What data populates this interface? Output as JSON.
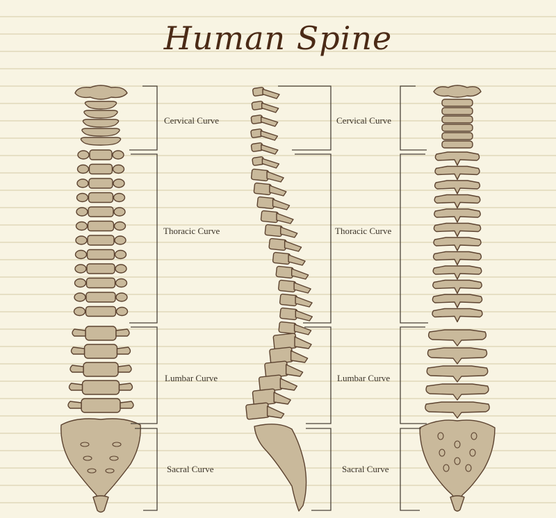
{
  "title": "Human Spine",
  "labels": {
    "front": {
      "cervical": "Cervical Curve",
      "thoracic": "Thoracic Curve",
      "lumbar": "Lumbar Curve",
      "sacral": "Sacral Curve"
    },
    "side": {
      "cervical": "Cervical Curve",
      "thoracic": "Thoracic Curve",
      "lumbar": "Lumbar Curve",
      "sacral": "Sacral Curve"
    },
    "back": {
      "cervical": "Cervical Curve",
      "thoracic": "Thoracic Curve",
      "lumbar": "Lumbar Curve",
      "sacral": "Sacral Curve"
    }
  },
  "colors": {
    "bone": "#c9b99b",
    "outline": "#5c4330",
    "title": "#4b2a16"
  }
}
